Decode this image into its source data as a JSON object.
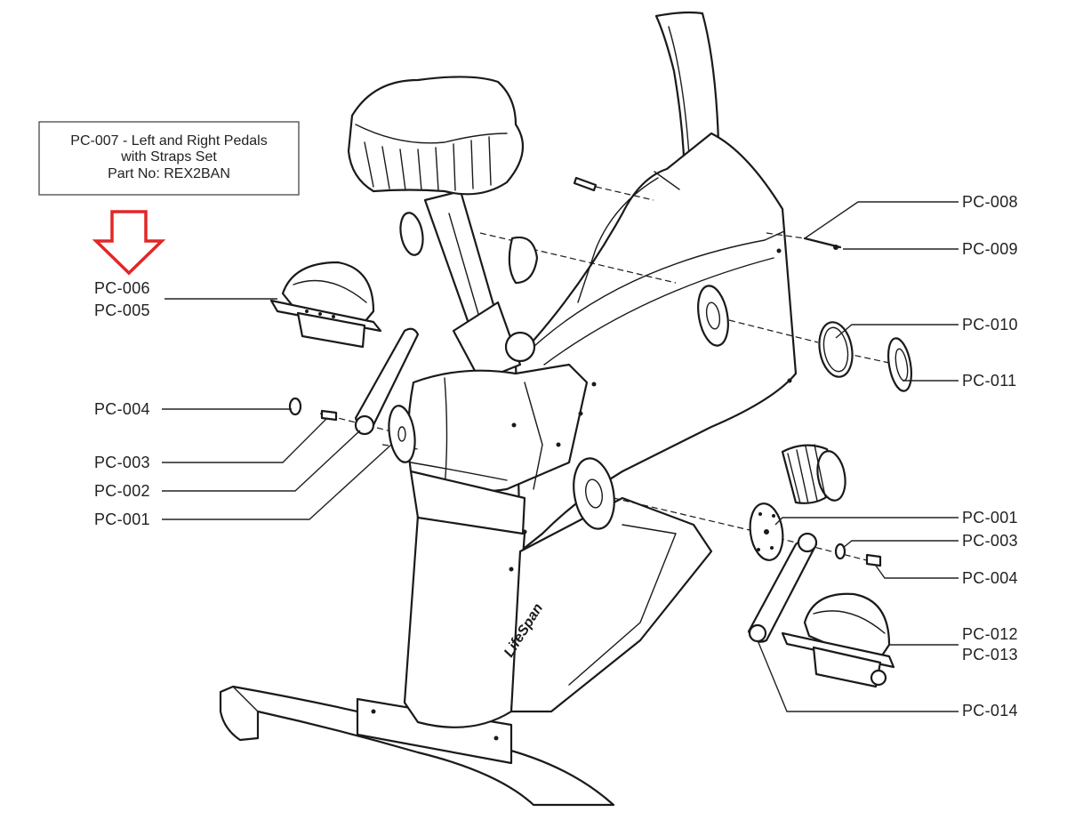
{
  "callout_box": {
    "lines": [
      "PC-007 - Left and Right Pedals",
      "with Straps Set",
      "Part No: REX2BAN"
    ]
  },
  "colors": {
    "arrow": "#e32626",
    "line_art": "#1a1a1a",
    "background": "#ffffff"
  },
  "labels_left": [
    "PC-006",
    "PC-005",
    "PC-004",
    "PC-003",
    "PC-002",
    "PC-001"
  ],
  "labels_right": [
    "PC-008",
    "PC-009",
    "PC-010",
    "PC-011",
    "PC-001",
    "PC-003",
    "PC-004",
    "PC-012",
    "PC-013",
    "PC-014"
  ],
  "brand_mark": "LifeSpan"
}
